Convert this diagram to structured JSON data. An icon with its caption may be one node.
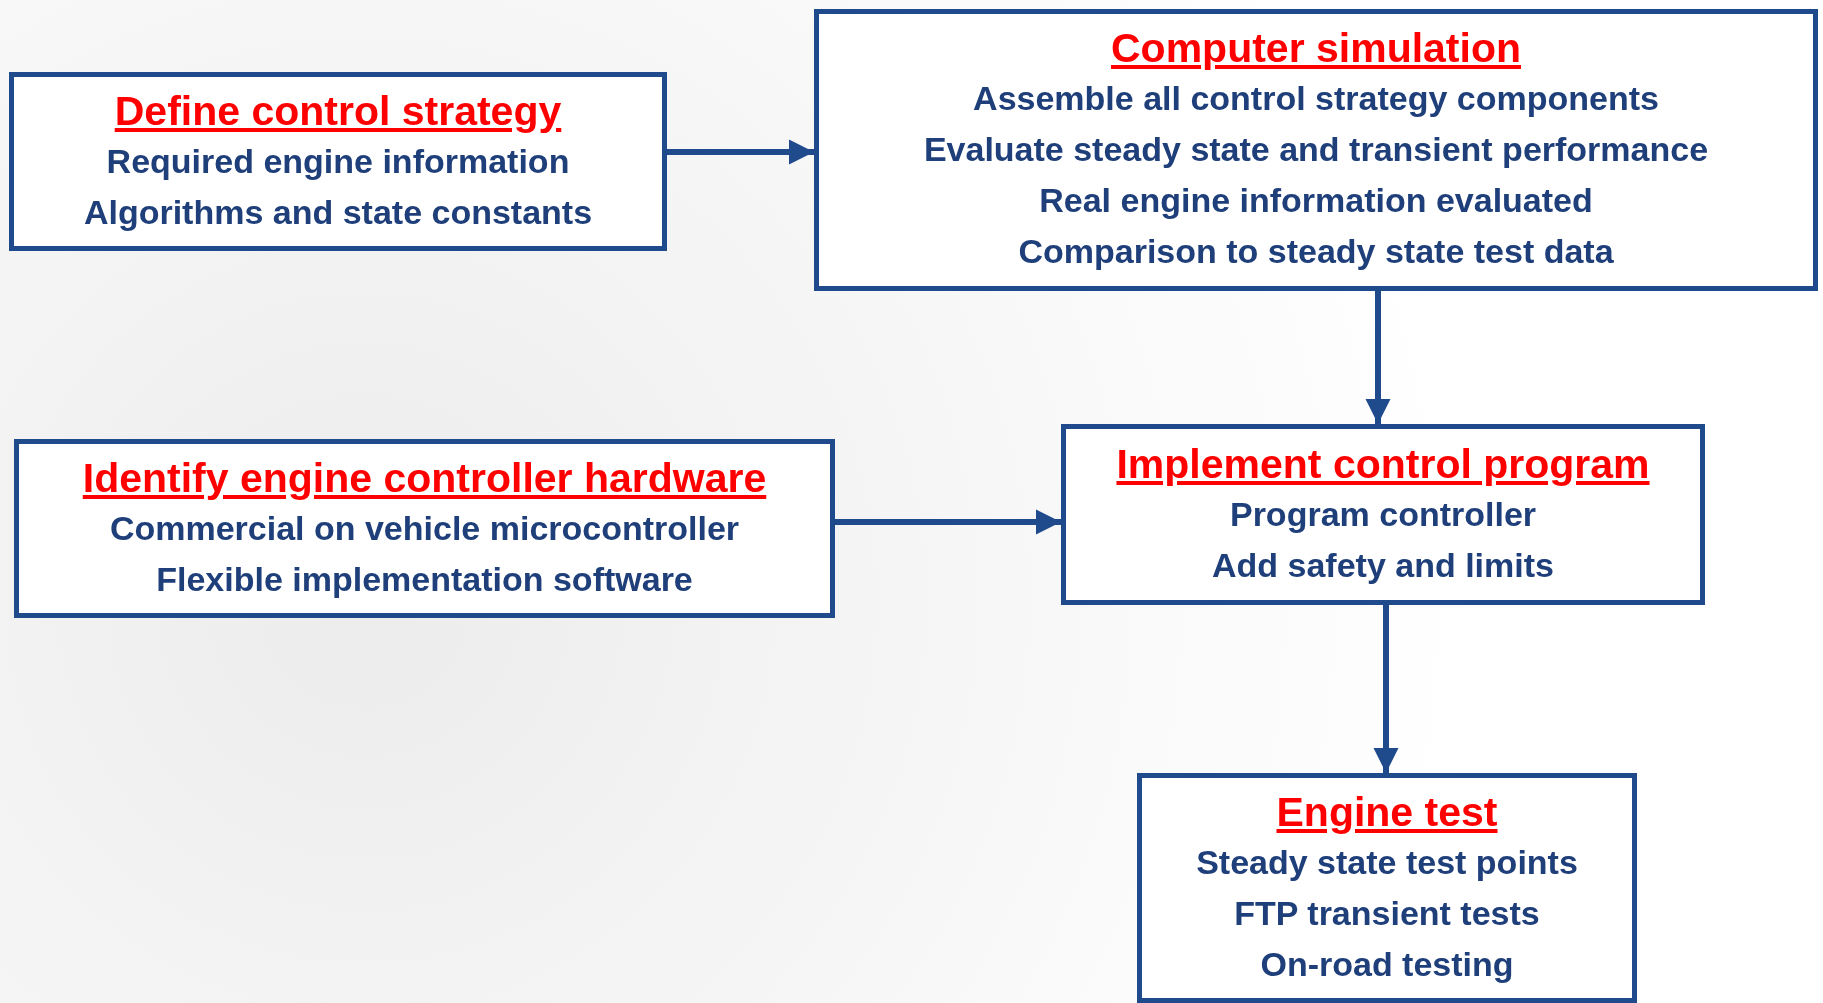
{
  "diagram": {
    "nodes": [
      {
        "text": [
          "Define control strategy",
          "Required engine information",
          "Algorithms and state constants"
        ]
      },
      {
        "text": [
          "Computer simulation",
          "Assemble all control strategy components",
          "Evaluate steady state and transient performance",
          "Real engine information evaluated",
          "Comparison to steady state test data"
        ]
      },
      {
        "text": [
          "Identify engine controller hardware",
          "Commercial on vehicle microcontroller",
          "Flexible implementation software"
        ]
      },
      {
        "text": [
          "Implement control program",
          "Program controller",
          "Add safety and limits"
        ]
      },
      {
        "text": [
          "Engine test",
          "Steady state test points",
          "FTP transient tests",
          "On-road testing"
        ]
      }
    ],
    "edges": [
      {
        "from": 0,
        "to": 1,
        "arrow": "to"
      },
      {
        "from": 1,
        "to": 3,
        "arrow": "to"
      },
      {
        "from": 2,
        "to": 3,
        "arrow": "to"
      },
      {
        "from": 3,
        "to": 4,
        "arrow": "to"
      }
    ]
  }
}
